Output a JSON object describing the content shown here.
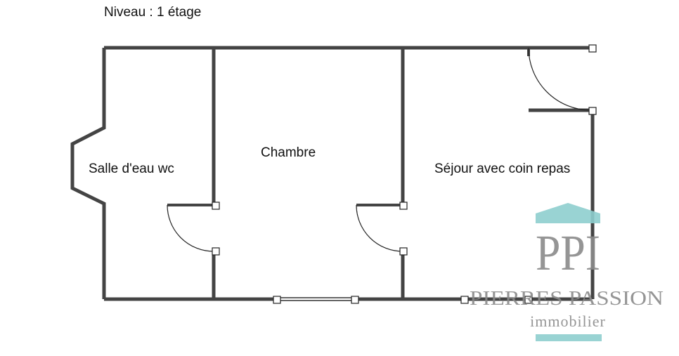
{
  "plan": {
    "level_title": "Niveau : 1 étage",
    "rooms": [
      {
        "name": "Salle d'eau wc"
      },
      {
        "name": "Chambre"
      },
      {
        "name": "Séjour avec coin repas"
      }
    ]
  },
  "logo": {
    "monogram": "PPI",
    "name": "PIERRES PASSION",
    "tagline": "immobilier",
    "accent_color": "#8ecfcf",
    "text_color": "#8a8a8a"
  }
}
